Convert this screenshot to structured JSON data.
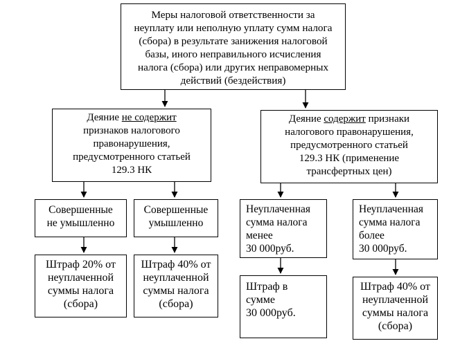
{
  "diagram": {
    "root": {
      "text": "Меры налоговой ответственности за\nнеуплату или неполную уплату сумм налога\n(сбора) в результате занижения налоговой\nбазы, иного неправильного исчисления\nналога (сбора) или других неправомерных\nдействий (бездействия)"
    },
    "branch_left": {
      "line1_pre": "Деяние ",
      "line1_underline": "не содержит",
      "rest": "признаков налогового\nправонарушения,\nпредусмотренного статьей\n129.3 НК"
    },
    "branch_right": {
      "line1_pre": "Деяние ",
      "line1_underline": "содержит",
      "line1_post": " признаки",
      "rest": "налогового правонарушения,\nпредусмотренного статьей\n129.3 НК (применение\nтрансфертных цен)"
    },
    "leaf_nonintent": {
      "text": "Совершенные\nне умышленно"
    },
    "leaf_intent": {
      "text": "Совершенные\nумышленно"
    },
    "leaf_less": {
      "text": "Неуплаченная\nсумма налога\nменее\n30 000руб."
    },
    "leaf_more": {
      "text": "Неуплаченная\nсумма налога\nболее\n30 000руб."
    },
    "fine_20": {
      "text": "Штраф 20% от\nнеуплаченной\nсуммы налога\n(сбора)"
    },
    "fine_40_left": {
      "text": "Штраф 40% от\nнеуплаченной\nсуммы налога\n(сбора)"
    },
    "fine_fixed": {
      "text": "Штраф в\nсумме\n30 000руб."
    },
    "fine_40_right": {
      "text": "Штраф 40% от\nнеуплаченной\nсуммы налога\n(сбора)"
    }
  }
}
